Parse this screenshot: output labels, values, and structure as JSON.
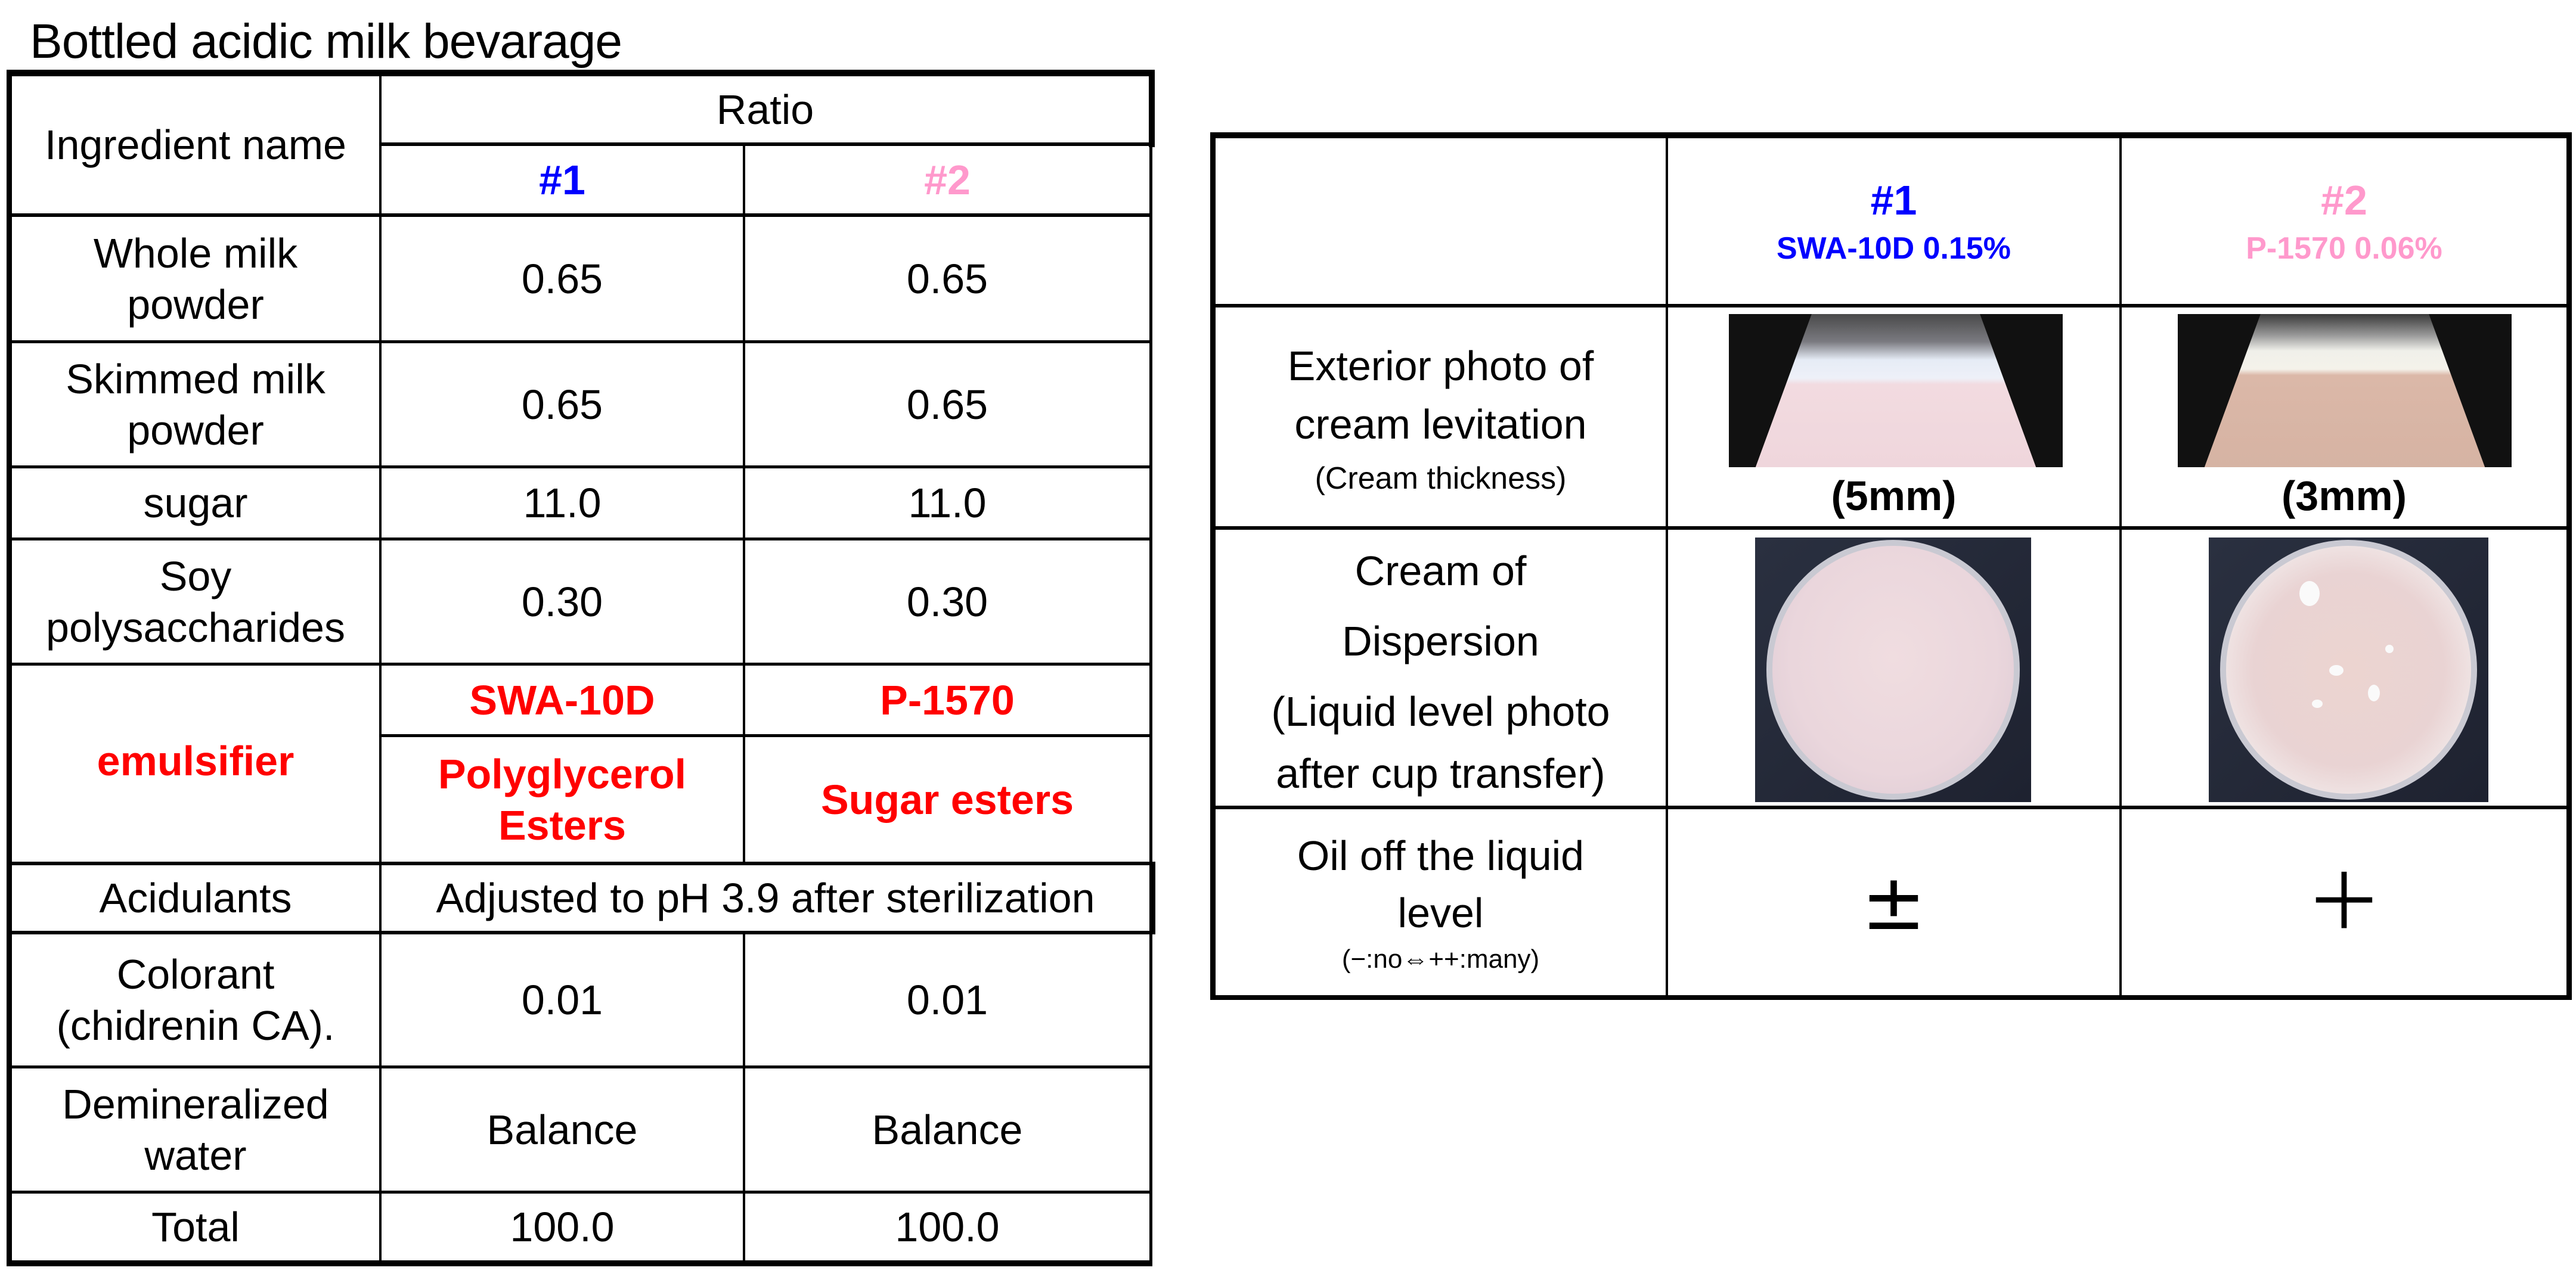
{
  "title": "Bottled acidic milk bevarage",
  "formulation_table": {
    "header": {
      "ingredient_col": "Ingredient name",
      "ratio": "Ratio",
      "sample1": "#1",
      "sample2": "#2"
    },
    "rows": [
      {
        "name_lines": [
          "Whole milk",
          "powder"
        ],
        "s1": "0.65",
        "s2": "0.65"
      },
      {
        "name_lines": [
          "Skimmed milk",
          "powder"
        ],
        "s1": "0.65",
        "s2": "0.65"
      },
      {
        "name_lines": [
          "sugar"
        ],
        "s1": "11.0",
        "s2": "11.0"
      },
      {
        "name_lines": [
          "Soy",
          "polysaccharides"
        ],
        "s1": "0.30",
        "s2": "0.30"
      }
    ],
    "emulsifier": {
      "label": "emulsifier",
      "s1_product": "SWA-10D",
      "s2_product": "P-1570",
      "s1_type_lines": [
        "Polyglycerol",
        "Esters"
      ],
      "s2_type": "Sugar esters"
    },
    "acidulants": {
      "label": "Acidulants",
      "value": "Adjusted to pH 3.9 after sterilization"
    },
    "rows_after": [
      {
        "name_lines": [
          "Colorant",
          "(chidrenin CA)."
        ],
        "s1": "0.01",
        "s2": "0.01"
      },
      {
        "name_lines": [
          "Demineralized",
          "water"
        ],
        "s1": "Balance",
        "s2": "Balance"
      },
      {
        "name_lines": [
          "Total"
        ],
        "s1": "100.0",
        "s2": "100.0"
      }
    ]
  },
  "results_table": {
    "header": {
      "s1_id": "#1",
      "s1_desc": "SWA-10D 0.15%",
      "s2_id": "#2",
      "s2_desc": "P-1570 0.06%"
    },
    "rows": {
      "exterior": {
        "label_lines": [
          "Exterior photo of",
          "cream levitation"
        ],
        "sub_label": "(Cream thickness)",
        "s1_caption": "(5mm)",
        "s2_caption": "(3mm)"
      },
      "dispersion": {
        "label_lines": [
          "Cream of",
          "Dispersion",
          "(Liquid level photo",
          "after cup transfer)"
        ]
      },
      "oil_off": {
        "label_lines": [
          "Oil off the liquid",
          "level"
        ],
        "legend": "(−:no⇔++:many)",
        "s1": "±",
        "s2": "＋"
      }
    }
  },
  "colors": {
    "sample1": "#0000ff",
    "sample2": "#ff99cc",
    "emulsifier": "#ff0000"
  }
}
